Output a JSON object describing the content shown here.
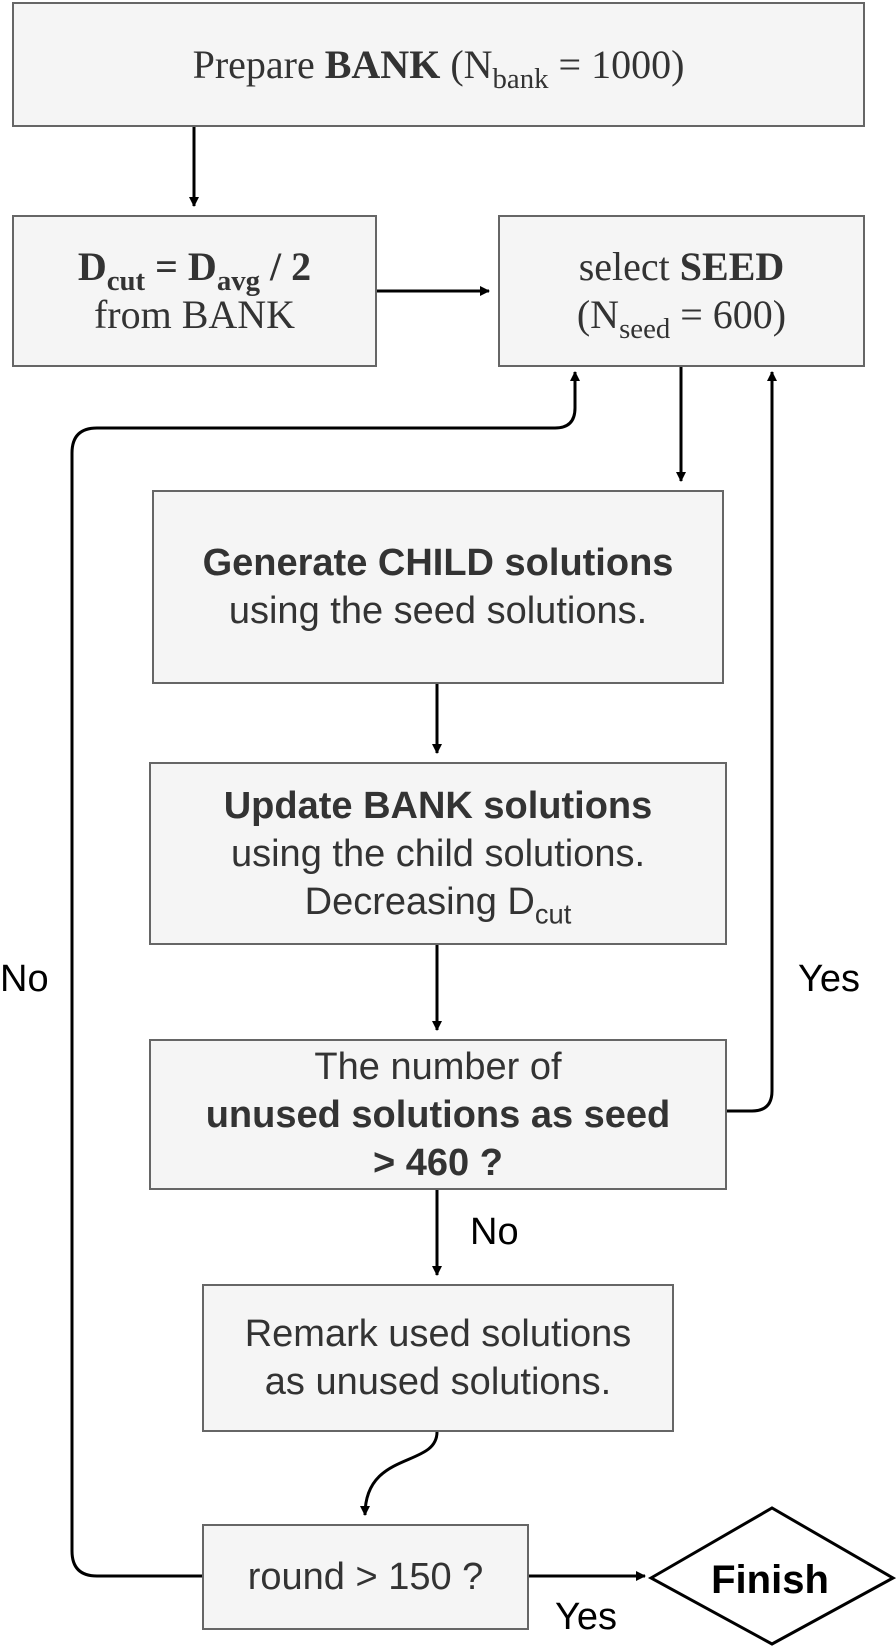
{
  "prepare": {
    "pre": "Prepare ",
    "bold": "BANK",
    "paren_open": " (N",
    "sub": "bank",
    "rest": " = 1000)"
  },
  "dcut": {
    "d1": "D",
    "sub1": "cut",
    "mid": " = D",
    "sub2": "avg",
    "end": " / 2",
    "line2": "from BANK"
  },
  "seed": {
    "pre": "select ",
    "bold": "SEED",
    "paren_open": "(N",
    "sub": "seed",
    "rest": " = 600)"
  },
  "generate": {
    "bold": "Generate CHILD solutions",
    "line2": "using the seed solutions."
  },
  "update": {
    "bold": "Update BANK solutions",
    "line2": "using the child solutions.",
    "line3_pre": "Decreasing D",
    "line3_sub": "cut"
  },
  "decision": {
    "line1": "The number of",
    "bold1": "unused solutions as seed",
    "bold2": "> 460 ?"
  },
  "remark": {
    "line1": "Remark used solutions",
    "line2": "as unused solutions."
  },
  "round": {
    "text": "round > 150 ?"
  },
  "finish": {
    "text": "Finish"
  },
  "labels": {
    "no_left": "No",
    "yes_right": "Yes",
    "no_below": "No",
    "yes_bottom": "Yes"
  }
}
